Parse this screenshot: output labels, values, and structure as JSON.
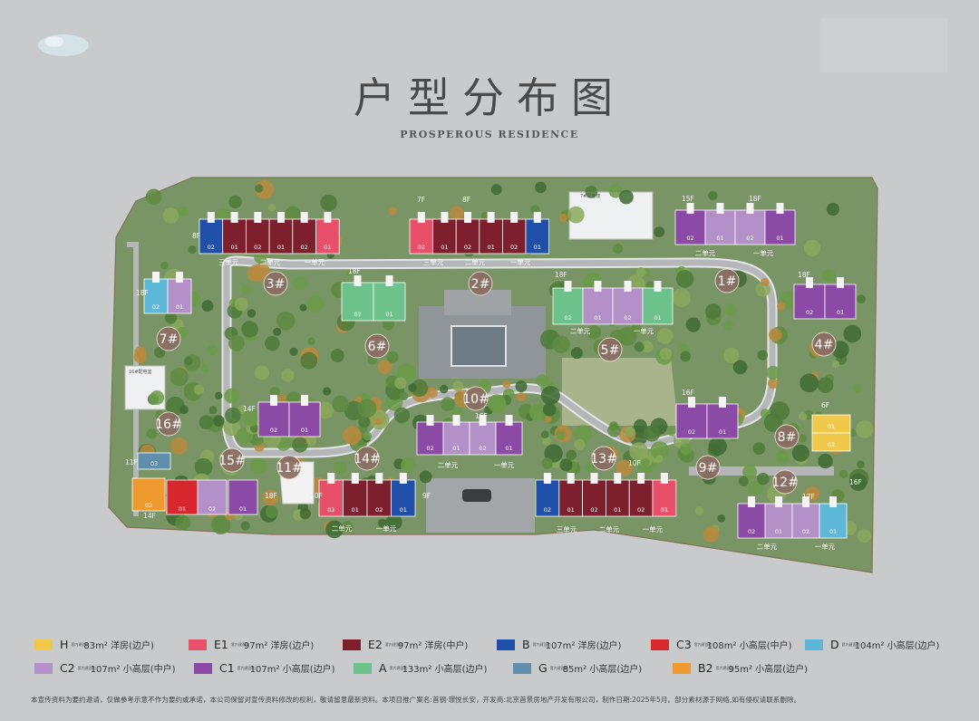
{
  "title": "户型分布图",
  "subtitle": "PROSPEROUS RESIDENCE",
  "colors": {
    "H": "#f0c94a",
    "E1": "#e8506a",
    "E2": "#7e1f2e",
    "B": "#1f4fa8",
    "C3": "#d8282e",
    "D": "#5cb8d6",
    "C2": "#b391c8",
    "C1": "#8a4aa6",
    "A": "#6cc28a",
    "G": "#5f8fad",
    "B2": "#ef9a2e",
    "road": "#b4b6b8",
    "road_stroke": "#e4e5e6",
    "green": "#5f8a46",
    "ground": "#9aa08c"
  },
  "legend": [
    {
      "code": "H",
      "area": "83m²",
      "desc": "洋房(边户)"
    },
    {
      "code": "E1",
      "area": "97m²",
      "desc": "洋房(边户)"
    },
    {
      "code": "E2",
      "area": "97m²",
      "desc": "洋房(中户)"
    },
    {
      "code": "B",
      "area": "107m²",
      "desc": "洋房(边户)"
    },
    {
      "code": "C3",
      "area": "108m²",
      "desc": "小高层(中户)"
    },
    {
      "code": "D",
      "area": "104m²",
      "desc": "小高层(边户)"
    },
    {
      "code": "C2",
      "area": "107m²",
      "desc": "小高层(中户)"
    },
    {
      "code": "C1",
      "area": "107m²",
      "desc": "小高层(边户)"
    },
    {
      "code": "A",
      "area": "133m²",
      "desc": "小高层(边户)"
    },
    {
      "code": "G",
      "area": "85m²",
      "desc": "小高层(边户)"
    },
    {
      "code": "B2",
      "area": "95m²",
      "desc": "小高层(边户)"
    }
  ],
  "legend_area_label": "套内建面约",
  "footer": "本宣传资料为要约邀请，仅做参考示意不作为要约或承诺，本公司保留对宣传资料修改的权利，敬请留意最新资料。本项目推广案名:首钢·璟悦长安，开发商:北京首景房地产开发有限公司，制作日期:2025年5月。部分素材源于网络,如有侵权请联系删除。",
  "facilities": {
    "north": "7#配套楼",
    "west": "16#配电室"
  },
  "buildings": [
    {
      "id": "3#",
      "floors": [
        "8F"
      ],
      "units_text": [
        "三单元",
        "二单元",
        "一单元"
      ],
      "cells": [
        [
          "B",
          "02"
        ],
        [
          "E2",
          "01"
        ],
        [
          "E2",
          "02"
        ],
        [
          "E2",
          "01"
        ],
        [
          "E2",
          "02"
        ],
        [
          "E1",
          "01"
        ]
      ]
    },
    {
      "id": "2#",
      "floors": [
        "7F",
        "8F"
      ],
      "units_text": [
        "三单元",
        "二单元",
        "一单元"
      ],
      "cells": [
        [
          "E1",
          "02"
        ],
        [
          "E2",
          "01"
        ],
        [
          "E2",
          "02"
        ],
        [
          "E2",
          "01"
        ],
        [
          "E2",
          "02"
        ],
        [
          "B",
          "01"
        ]
      ]
    },
    {
      "id": "1#",
      "floors": [
        "15F",
        "18F"
      ],
      "units_text": [
        "二单元",
        "一单元"
      ],
      "cells": [
        [
          "C1",
          "02"
        ],
        [
          "C2",
          "01"
        ],
        [
          "C2",
          "02"
        ],
        [
          "C1",
          "01"
        ]
      ]
    },
    {
      "id": "7#",
      "floors": [
        "18F"
      ],
      "units_text": [],
      "cells": [
        [
          "D",
          "02"
        ],
        [
          "C2",
          "01"
        ]
      ]
    },
    {
      "id": "6#",
      "floors": [
        "18F"
      ],
      "units_text": [],
      "cells": [
        [
          "A",
          "02"
        ],
        [
          "A",
          "01"
        ]
      ]
    },
    {
      "id": "5#",
      "floors": [
        "18F"
      ],
      "units_text": [
        "二单元",
        "一单元"
      ],
      "cells": [
        [
          "A",
          "02"
        ],
        [
          "C2",
          "01"
        ],
        [
          "C2",
          "02"
        ],
        [
          "A",
          "01"
        ]
      ]
    },
    {
      "id": "4#",
      "floors": [
        "18F"
      ],
      "units_text": [],
      "cells": [
        [
          "C1",
          "02"
        ],
        [
          "C1",
          "01"
        ]
      ]
    },
    {
      "id": "16#",
      "floors": [
        "14F"
      ],
      "units_text": [],
      "cells": [
        [
          "C1",
          "02"
        ],
        [
          "C1",
          "01"
        ]
      ]
    },
    {
      "id": "10#",
      "floors": [
        "16F"
      ],
      "units_text": [
        "二单元",
        "一单元"
      ],
      "cells": [
        [
          "C1",
          "02"
        ],
        [
          "C2",
          "01"
        ],
        [
          "C2",
          "02"
        ],
        [
          "C1",
          "01"
        ]
      ]
    },
    {
      "id": "9#",
      "floors": [
        "16F"
      ],
      "units_text": [],
      "cells": [
        [
          "C1",
          "02"
        ],
        [
          "C1",
          "01"
        ]
      ]
    },
    {
      "id": "8#",
      "floors": [
        "6F"
      ],
      "units_text": [],
      "cells": [
        [
          "H",
          "01"
        ],
        [
          "H",
          "02"
        ]
      ]
    },
    {
      "id": "15#",
      "floors": [
        "11F",
        "14F",
        "18F"
      ],
      "units_text": [],
      "cells": [
        [
          "G",
          "03"
        ],
        [
          "B2",
          "02"
        ],
        [
          "C3",
          "01"
        ],
        [
          "C2",
          "02"
        ],
        [
          "C1",
          "01"
        ]
      ]
    },
    {
      "id": "11#",
      "floors": [],
      "units_text": [],
      "cells": []
    },
    {
      "id": "14#",
      "floors": [
        "10F",
        "9F"
      ],
      "units_text": [
        "二单元",
        "一单元"
      ],
      "cells": [
        [
          "E1",
          "02"
        ],
        [
          "E2",
          "01"
        ],
        [
          "E2",
          "02"
        ],
        [
          "B",
          "01"
        ]
      ]
    },
    {
      "id": "13#",
      "floors": [
        "9F",
        "10F"
      ],
      "units_text": [
        "三单元",
        "二单元",
        "一单元"
      ],
      "cells": [
        [
          "B",
          "02"
        ],
        [
          "E2",
          "01"
        ],
        [
          "E2",
          "02"
        ],
        [
          "E2",
          "01"
        ],
        [
          "E2",
          "02"
        ],
        [
          "E1",
          "01"
        ]
      ]
    },
    {
      "id": "12#",
      "floors": [
        "17F",
        "16F"
      ],
      "units_text": [
        "二单元",
        "一单元"
      ],
      "cells": [
        [
          "C1",
          "02"
        ],
        [
          "C2",
          "01"
        ],
        [
          "C2",
          "02"
        ],
        [
          "D",
          "01"
        ]
      ]
    }
  ]
}
